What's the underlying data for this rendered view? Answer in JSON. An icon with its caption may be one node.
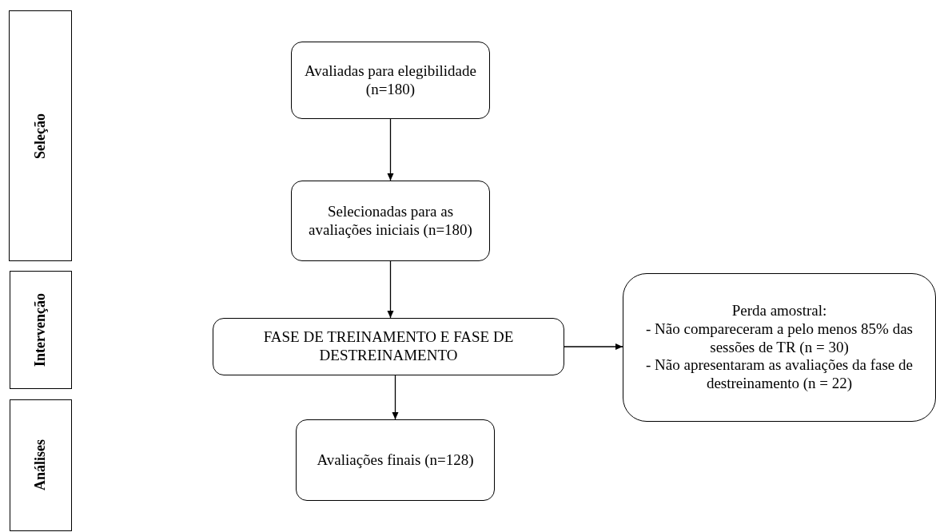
{
  "diagram": {
    "nodes": [
      {
        "text": [
          "Seleção"
        ]
      },
      {
        "text": [
          "Intervenção"
        ]
      },
      {
        "text": [
          "Análises"
        ]
      },
      {
        "text": [
          "Avaliadas para elegibilidade (n=180)"
        ]
      },
      {
        "text": [
          "Selecionadas para as avaliações iniciais (n=180)"
        ]
      },
      {
        "text": [
          "FASE DE TREINAMENTO E FASE DE DESTREINAMENTO"
        ]
      },
      {
        "text": [
          "Avaliações finais (n=128)"
        ]
      },
      {
        "text": [
          "Perda amostral:",
          "- Não compareceram a pelo menos 85% das sessões de TR (n = 30)",
          "- Não apresentaram as avaliações da fase de destreinamento (n = 22)"
        ]
      }
    ],
    "edges": [
      {
        "from": 3,
        "to": 4,
        "arrow": "to"
      },
      {
        "from": 4,
        "to": 5,
        "arrow": "to"
      },
      {
        "from": 5,
        "to": 6,
        "arrow": "to"
      },
      {
        "from": 5,
        "to": 7,
        "arrow": "to"
      }
    ]
  }
}
